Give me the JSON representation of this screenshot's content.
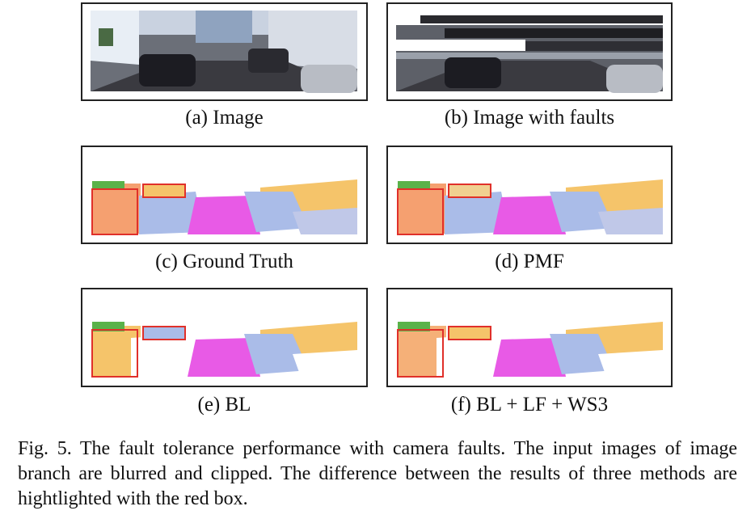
{
  "panels": [
    {
      "label": "(a) Image"
    },
    {
      "label": "(b) Image with faults"
    },
    {
      "label": "(c) Ground Truth"
    },
    {
      "label": "(d) PMF"
    },
    {
      "label": "(e) BL"
    },
    {
      "label": "(f) BL + LF + WS3"
    }
  ],
  "figure_caption": {
    "label": "Fig. 5.",
    "text": "The fault tolerance performance with camera faults. The input images of image branch are blurred and clipped. The difference between the results of three methods are hightlighted with the red box."
  },
  "colors": {
    "building": "#f5c46a",
    "vegetation": "#5ab24a",
    "road": "#e85ae6",
    "car": "#aabce8",
    "sidewalk": "#4a1a5a",
    "highlight_box": "#e0302a"
  }
}
